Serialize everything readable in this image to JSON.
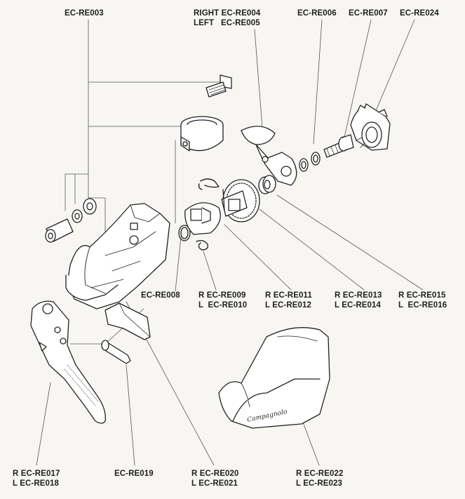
{
  "diagram": {
    "callouts": [
      {
        "id": "re003",
        "lines": [
          "EC-RE003"
        ]
      },
      {
        "id": "re004",
        "lines": [
          "RIGHT EC-RE004",
          "LEFT   EC-RE005"
        ]
      },
      {
        "id": "re006",
        "lines": [
          "EC-RE006"
        ]
      },
      {
        "id": "re007",
        "lines": [
          "EC-RE007"
        ]
      },
      {
        "id": "re024",
        "lines": [
          "EC-RE024"
        ]
      },
      {
        "id": "re008",
        "lines": [
          "EC-RE008"
        ]
      },
      {
        "id": "re009",
        "lines": [
          "R EC-RE009",
          "L  EC-RE010"
        ]
      },
      {
        "id": "re011",
        "lines": [
          "R EC-RE011",
          "L EC-RE012"
        ]
      },
      {
        "id": "re013",
        "lines": [
          "R EC-RE013",
          "L EC-RE014"
        ]
      },
      {
        "id": "re015",
        "lines": [
          "R EC-RE015",
          "L  EC-RE016"
        ]
      },
      {
        "id": "re017",
        "lines": [
          "R EC-RE017",
          "L EC-RE018"
        ]
      },
      {
        "id": "re019",
        "lines": [
          "EC-RE019"
        ]
      },
      {
        "id": "re020",
        "lines": [
          "R EC-RE020",
          "L EC-RE021"
        ]
      },
      {
        "id": "re022",
        "lines": [
          "R EC-RE022",
          "L EC-RE023"
        ]
      }
    ],
    "hood_logo_text": "Campagnolo",
    "colors": {
      "ink": "#1e1e1e",
      "paper": "#f7f6f2",
      "line": "#444444"
    }
  }
}
